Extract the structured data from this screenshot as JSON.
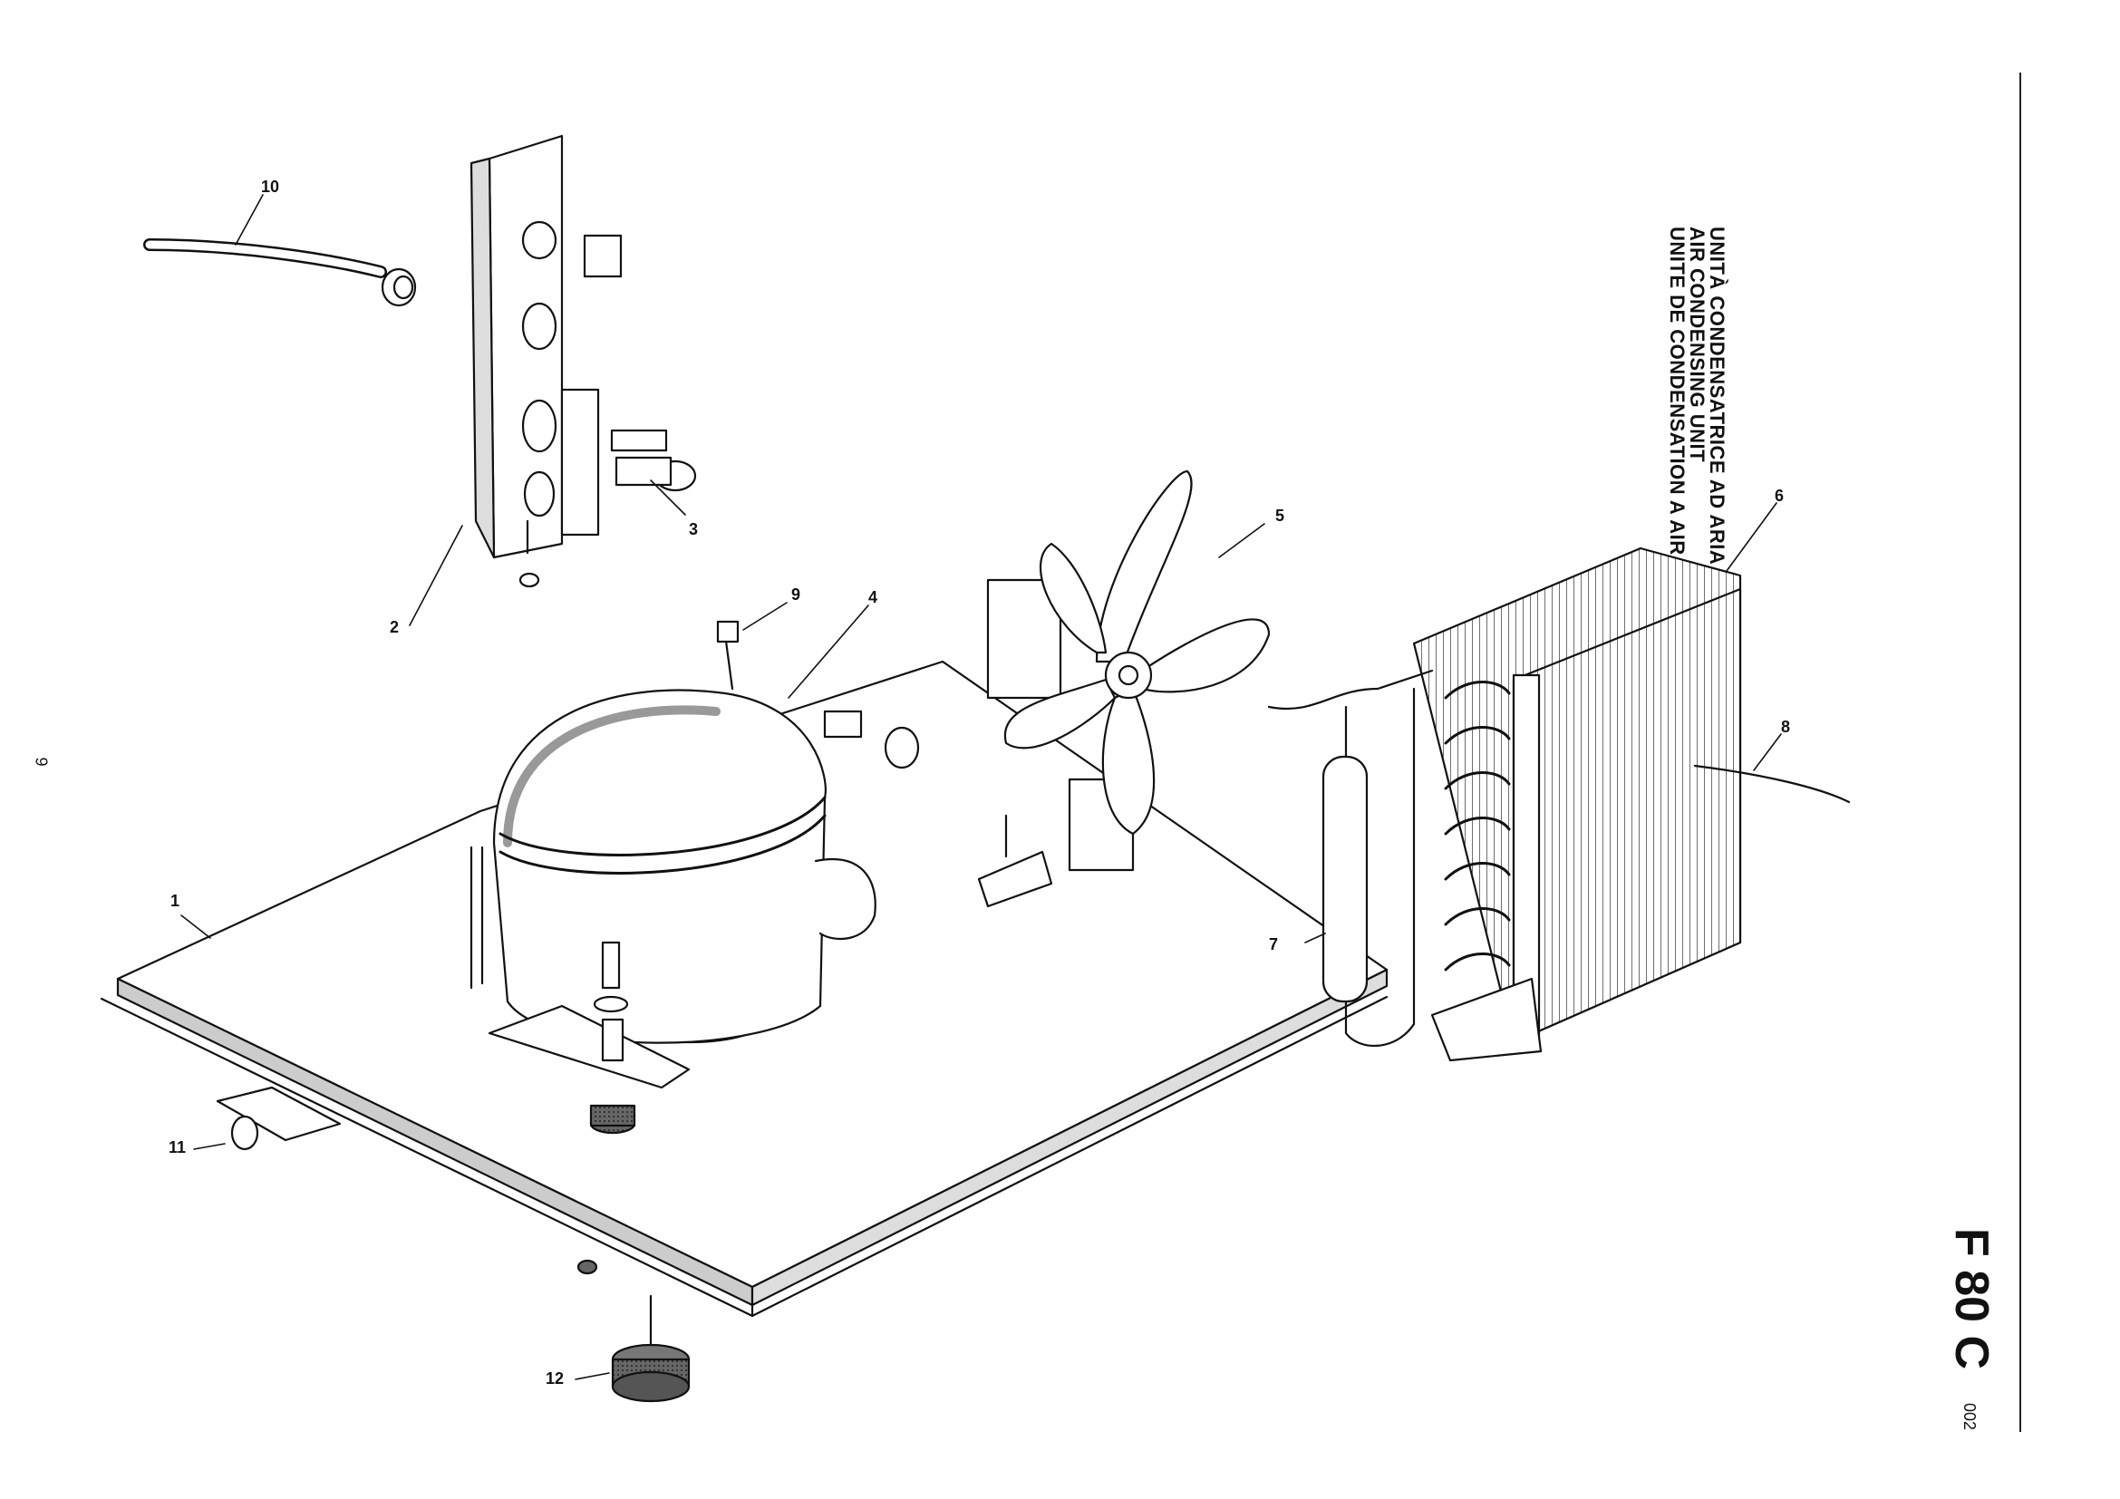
{
  "page": {
    "number": "9"
  },
  "title": {
    "line_it": "UNITÀ CONDENSATRICE AD ARIA",
    "line_en": "AIR CONDENSING UNIT",
    "line_fr": "UNITE DE CONDENSATION A AIR"
  },
  "model": "F 80 C",
  "code": "002",
  "callouts": [
    {
      "label": "1"
    },
    {
      "label": "2"
    },
    {
      "label": "3"
    },
    {
      "label": "4"
    },
    {
      "label": "5"
    },
    {
      "label": "6"
    },
    {
      "label": "7"
    },
    {
      "label": "8"
    },
    {
      "label": "9"
    },
    {
      "label": "10"
    },
    {
      "label": "11"
    },
    {
      "label": "12"
    }
  ]
}
